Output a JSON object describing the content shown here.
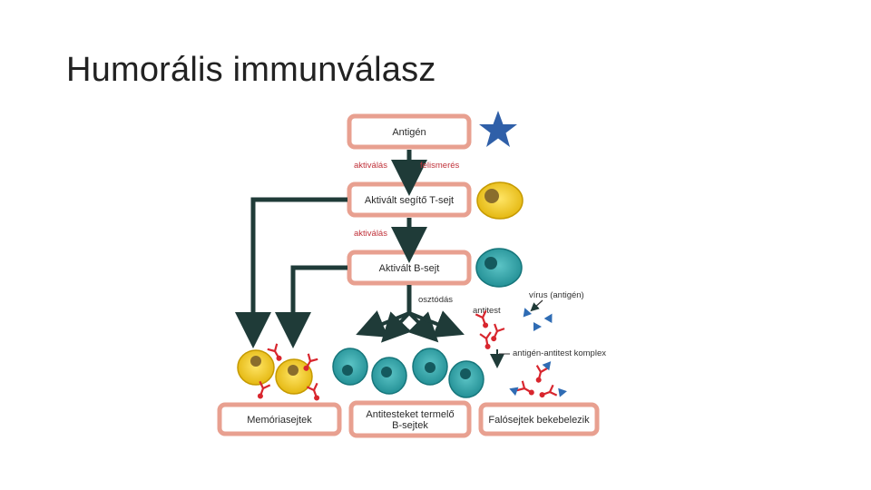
{
  "title": "Humorális immunválasz",
  "boxes": {
    "antigen": "Antigén",
    "helper_t": "Aktivált segítő T-sejt",
    "b_cell": "Aktivált B-sejt",
    "memory": "Memóriasejtek",
    "producers_line1": "Antitesteket termelő",
    "producers_line2": "B-sejtek",
    "phagocytes": "Falósejtek bekebelezik"
  },
  "labels": {
    "activation1": "aktiválás",
    "recognition": "felismerés",
    "activation2": "aktiválás",
    "division": "osztódás",
    "antibody": "antitest",
    "virus": "vírus (antigén)",
    "complex": "antigén-antitest komplex"
  },
  "colors": {
    "box_border": "#e8a090",
    "arrow": "#1f3b38",
    "red_text": "#c0323a",
    "antigen_star": "#2f5fa8",
    "helper_cell": "#f0c81e",
    "b_cell": "#2a9aa0",
    "antibody": "#d8262e"
  }
}
